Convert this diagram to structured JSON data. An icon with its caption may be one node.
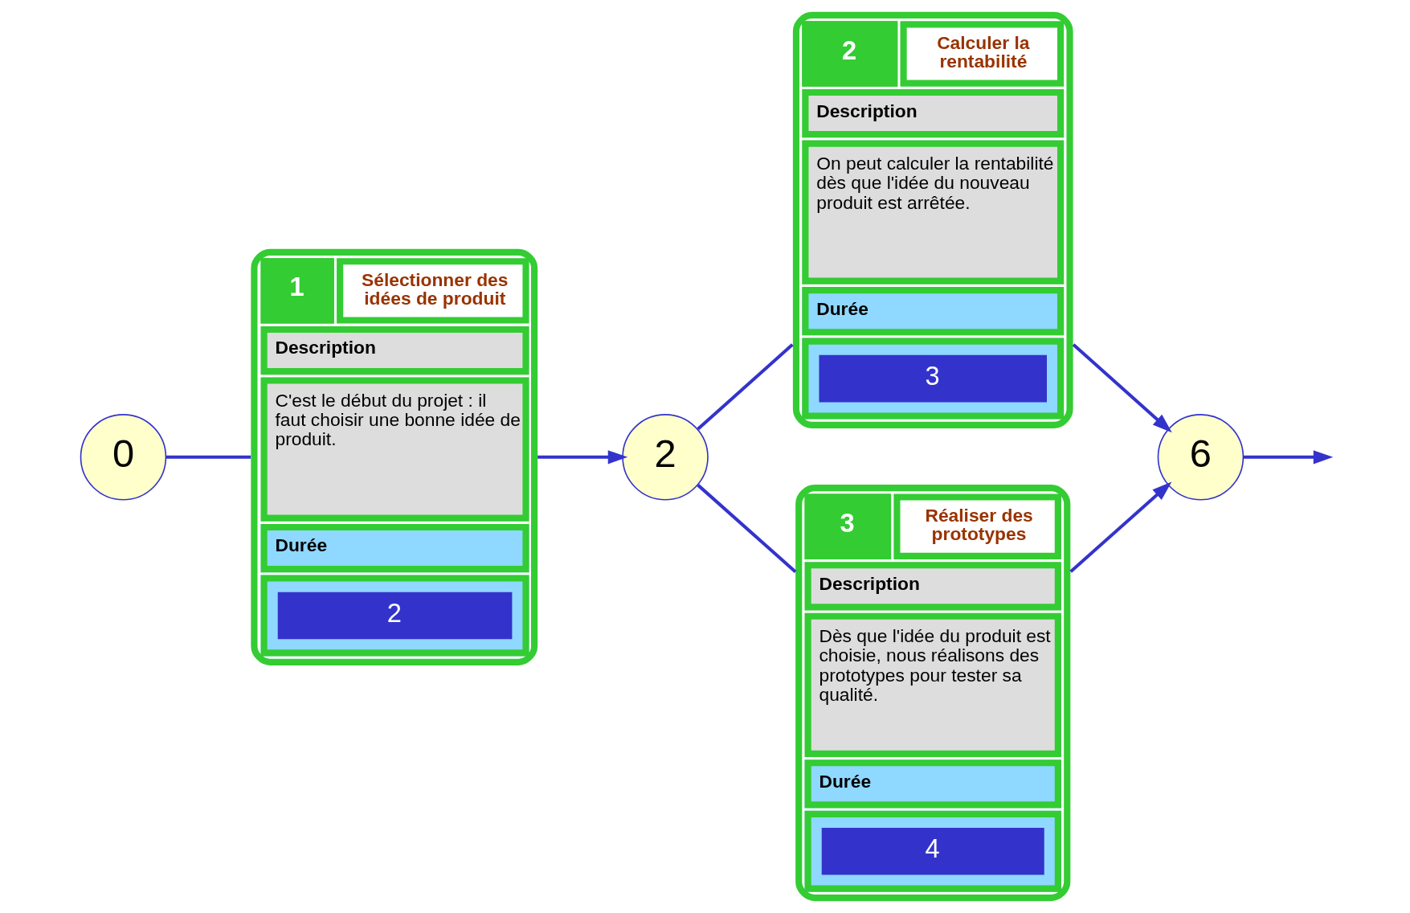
{
  "diagram": {
    "nodes": [
      {
        "text": [
          "0"
        ]
      },
      {
        "text": [
          "1",
          "Sélectionner des idées de produit",
          "Description",
          "C'est le début du projet : il faut choisir une bonne idée de produit.",
          "Durée",
          "2"
        ]
      },
      {
        "text": [
          "2"
        ]
      },
      {
        "text": [
          "2",
          "Calculer la rentabilité",
          "Description",
          "On peut calculer la rentabilité dès que l'idée du nouveau produit est arrêtée.",
          "Durée",
          "3"
        ]
      },
      {
        "text": [
          "3",
          "Réaliser des prototypes",
          "Description",
          "Dès que l'idée du produit est choisie, nous réalisons des prototypes pour tester sa qualité.",
          "Durée",
          "4"
        ]
      },
      {
        "text": [
          "6"
        ]
      }
    ],
    "edges": [
      {
        "from": 0,
        "to": 1,
        "arrow": "none"
      },
      {
        "from": 1,
        "to": 2,
        "arrow": "to"
      },
      {
        "from": 2,
        "to": 3,
        "arrow": "none"
      },
      {
        "from": 2,
        "to": 4,
        "arrow": "none"
      },
      {
        "from": 3,
        "to": 5,
        "arrow": "to"
      },
      {
        "from": 4,
        "to": 5,
        "arrow": "to"
      },
      {
        "from": 5,
        "to": null,
        "arrow": "to"
      }
    ]
  }
}
